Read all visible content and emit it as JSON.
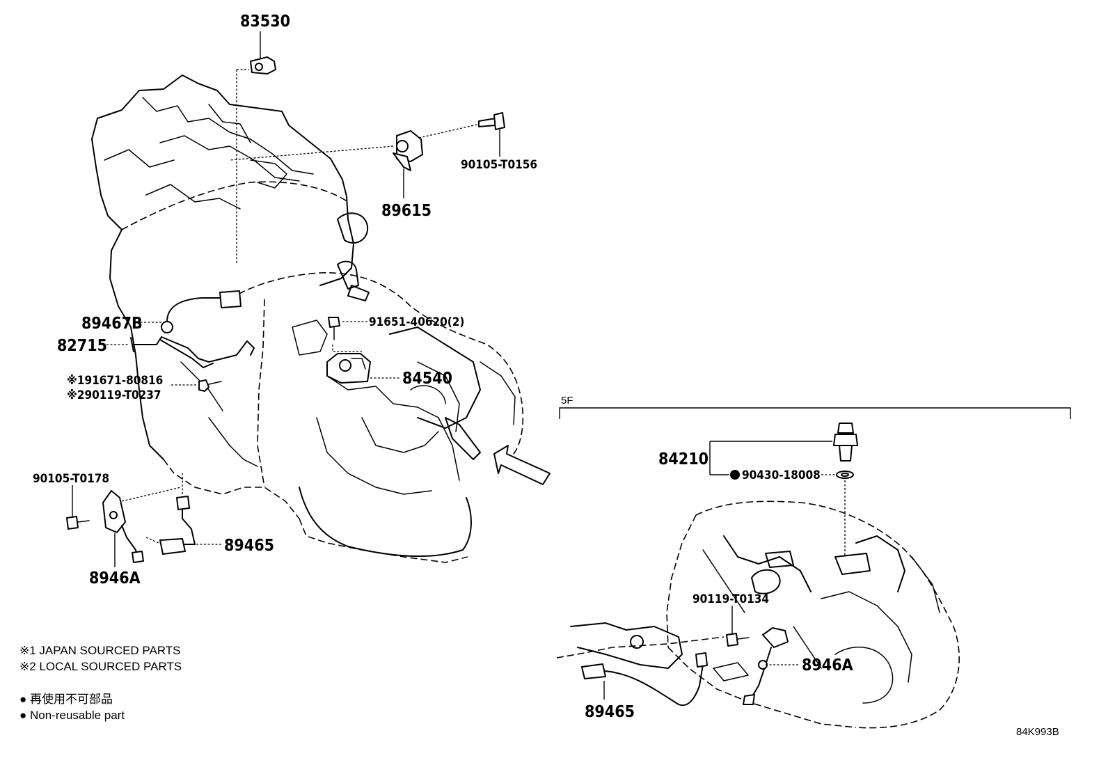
{
  "labels": {
    "p83530": "83530",
    "p90105_T0156": "90105-T0156",
    "p89615": "89615",
    "p89467B": "89467B",
    "p82715": "82715",
    "p191671": "※191671-80816",
    "p290119": "※290119-T0237",
    "p91651": "91651-40620(2)",
    "p84540": "84540",
    "p90105_T0178": "90105-T0178",
    "p8946A_left": "8946A",
    "p89465_left": "89465",
    "p84210": "84210",
    "p90430": "90430-18008",
    "p90119_T0134": "90119-T0134",
    "p8946A_right": "8946A",
    "p89465_right": "89465",
    "group_5F": "5F",
    "figure_code": "84K993B"
  },
  "notes": {
    "note1": "※1 JAPAN SOURCED PARTS",
    "note2": "※2 LOCAL SOURCED PARTS",
    "legend_jp": "● 再使用不可部品",
    "legend_en": "● Non-reusable part"
  },
  "icons": [
    "engine-assembly-drawing",
    "manual-transmission-drawing",
    "sensor-icon",
    "bolt-icon",
    "gasket-icon",
    "view-arrow-icon"
  ]
}
